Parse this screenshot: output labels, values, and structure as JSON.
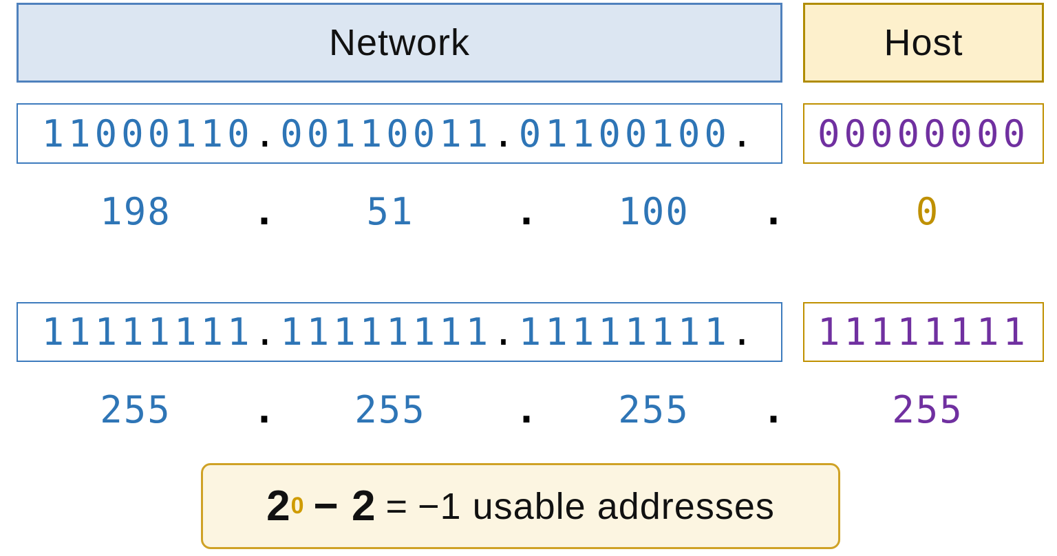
{
  "colors": {
    "network_text_blue": "#2E75B6",
    "network_header_fill": "#DCE6F2",
    "network_header_border": "#4F81BD",
    "host_header_fill": "#FDF0CC",
    "host_gold_border": "#BF9000",
    "host_purple_text": "#7030A0",
    "gold_text": "#BF9000",
    "formula_fill": "#FCF5E1",
    "formula_border": "#CFA226",
    "dot_black": "#000000"
  },
  "headers": {
    "network": "Network",
    "host": "Host"
  },
  "separator": ".",
  "address": {
    "binary_octets": [
      "11000110",
      "00110011",
      "01100100"
    ],
    "host_binary": "00000000",
    "decimal_octets": [
      "198",
      "51",
      "100"
    ],
    "host_decimal": "0"
  },
  "mask": {
    "binary_octets": [
      "11111111",
      "11111111",
      "11111111"
    ],
    "host_binary": "11111111",
    "decimal_octets": [
      "255",
      "255",
      "255"
    ],
    "host_decimal": "255"
  },
  "formula": {
    "base": "2",
    "exponent": "0",
    "operator": "− 2",
    "equals": "=",
    "result": "−1 usable addresses"
  }
}
